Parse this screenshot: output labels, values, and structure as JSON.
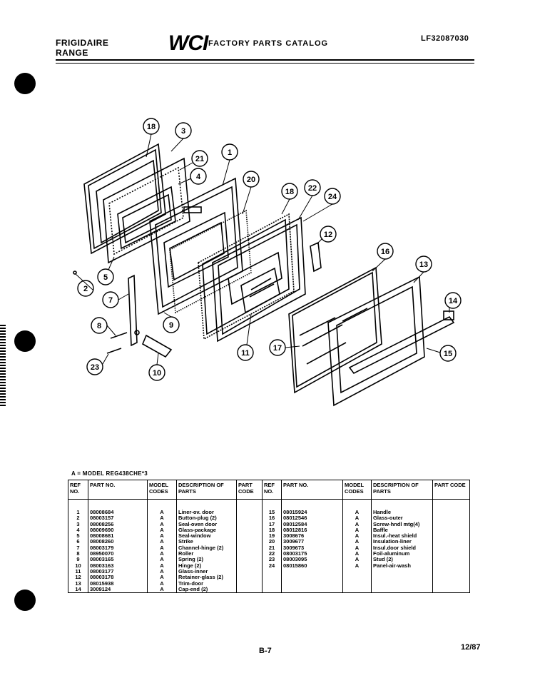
{
  "header": {
    "brand_line1": "FRIGIDAIRE",
    "brand_line2": "RANGE",
    "logo": "WCI",
    "catalog_title": "FACTORY PARTS CATALOG",
    "catalog_number": "LF32087030"
  },
  "diagram": {
    "callouts": [
      "18",
      "3",
      "21",
      "4",
      "1",
      "20",
      "18",
      "22",
      "24",
      "12",
      "16",
      "13",
      "14",
      "15",
      "5",
      "2",
      "7",
      "8",
      "9",
      "23",
      "10",
      "11",
      "17"
    ]
  },
  "model_note": "A = MODEL REG438CHE*3",
  "table": {
    "headers": {
      "ref_no": "REF NO.",
      "part_no": "PART NO.",
      "model_codes": "MODEL CODES",
      "description": "DESCRIPTION OF PARTS",
      "part_code": "PART CODE"
    },
    "rows": [
      {
        "left": {
          "ref": "1",
          "part": "08008684",
          "model": "A",
          "desc": "Liner-ov. door"
        },
        "right": {
          "ref": "15",
          "part": "08015924",
          "model": "A",
          "desc": "Handle"
        }
      },
      {
        "left": {
          "ref": "2",
          "part": "08003157",
          "model": "A",
          "desc": "Button-plug (2)"
        },
        "right": {
          "ref": "16",
          "part": "08012546",
          "model": "A",
          "desc": "Glass-outer"
        }
      },
      {
        "left": {
          "ref": "3",
          "part": "08008256",
          "model": "A",
          "desc": "Seal-oven door"
        },
        "right": {
          "ref": "17",
          "part": "08012584",
          "model": "A",
          "desc": "Screw-hndl mtg(4)"
        }
      },
      {
        "left": {
          "ref": "4",
          "part": "08009690",
          "model": "A",
          "desc": "Glass-package"
        },
        "right": {
          "ref": "18",
          "part": "08012816",
          "model": "A",
          "desc": "Baffle"
        }
      },
      {
        "left": {
          "ref": "5",
          "part": "08008681",
          "model": "A",
          "desc": "Seal-window"
        },
        "right": {
          "ref": "19",
          "part": "3008676",
          "model": "A",
          "desc": "Insul.-heat shield"
        }
      },
      {
        "left": {
          "ref": "6",
          "part": "08008260",
          "model": "A",
          "desc": "Strike"
        },
        "right": {
          "ref": "20",
          "part": "3009677",
          "model": "A",
          "desc": "Insulation-liner"
        }
      },
      {
        "left": {
          "ref": "7",
          "part": "08003179",
          "model": "A",
          "desc": "Channel-hinge (2)"
        },
        "right": {
          "ref": "21",
          "part": "3009673",
          "model": "A",
          "desc": "Insul.door shield"
        }
      },
      {
        "left": {
          "ref": "8",
          "part": "08950070",
          "model": "A",
          "desc": "Roller"
        },
        "right": {
          "ref": "22",
          "part": "08003175",
          "model": "A",
          "desc": "Foil-aluminum"
        }
      },
      {
        "left": {
          "ref": "9",
          "part": "08003165",
          "model": "A",
          "desc": "Spring (2)"
        },
        "right": {
          "ref": "23",
          "part": "08003095",
          "model": "A",
          "desc": "Stud (2)"
        }
      },
      {
        "left": {
          "ref": "10",
          "part": "08003163",
          "model": "A",
          "desc": "Hinge (2)"
        },
        "right": {
          "ref": "24",
          "part": "08015860",
          "model": "A",
          "desc": "Panel-air-wash"
        }
      },
      {
        "left": {
          "ref": "11",
          "part": "08003177",
          "model": "A",
          "desc": "Glass-inner"
        },
        "right": {
          "ref": "",
          "part": "",
          "model": "",
          "desc": ""
        }
      },
      {
        "left": {
          "ref": "12",
          "part": "08003178",
          "model": "A",
          "desc": "Retainer-glass (2)"
        },
        "right": {
          "ref": "",
          "part": "",
          "model": "",
          "desc": ""
        }
      },
      {
        "left": {
          "ref": "13",
          "part": "08015938",
          "model": "A",
          "desc": "Trim-door"
        },
        "right": {
          "ref": "",
          "part": "",
          "model": "",
          "desc": ""
        }
      },
      {
        "left": {
          "ref": "14",
          "part": "3009124",
          "model": "A",
          "desc": "Cap-end (2)"
        },
        "right": {
          "ref": "",
          "part": "",
          "model": "",
          "desc": ""
        }
      }
    ]
  },
  "footer": {
    "page_number": "B-7",
    "date": "12/87"
  }
}
